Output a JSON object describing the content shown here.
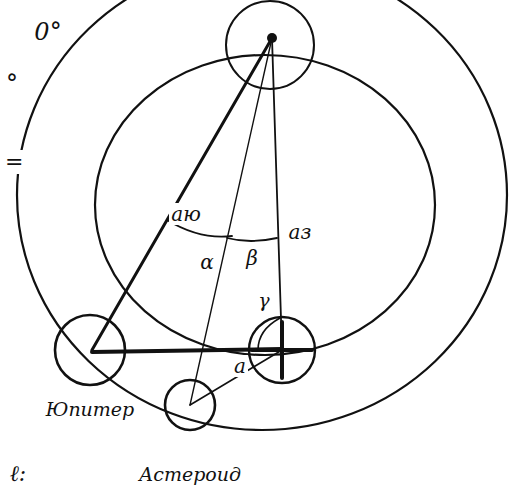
{
  "diagram": {
    "nodes": [
      {
        "text": [
          "Юпитер"
        ]
      },
      {
        "text": [
          "Астероид"
        ]
      }
    ],
    "labels": [
      "aю",
      "α",
      "β",
      "γ",
      "aз",
      "a",
      "0°",
      "°",
      "=",
      "ℓ:"
    ]
  }
}
